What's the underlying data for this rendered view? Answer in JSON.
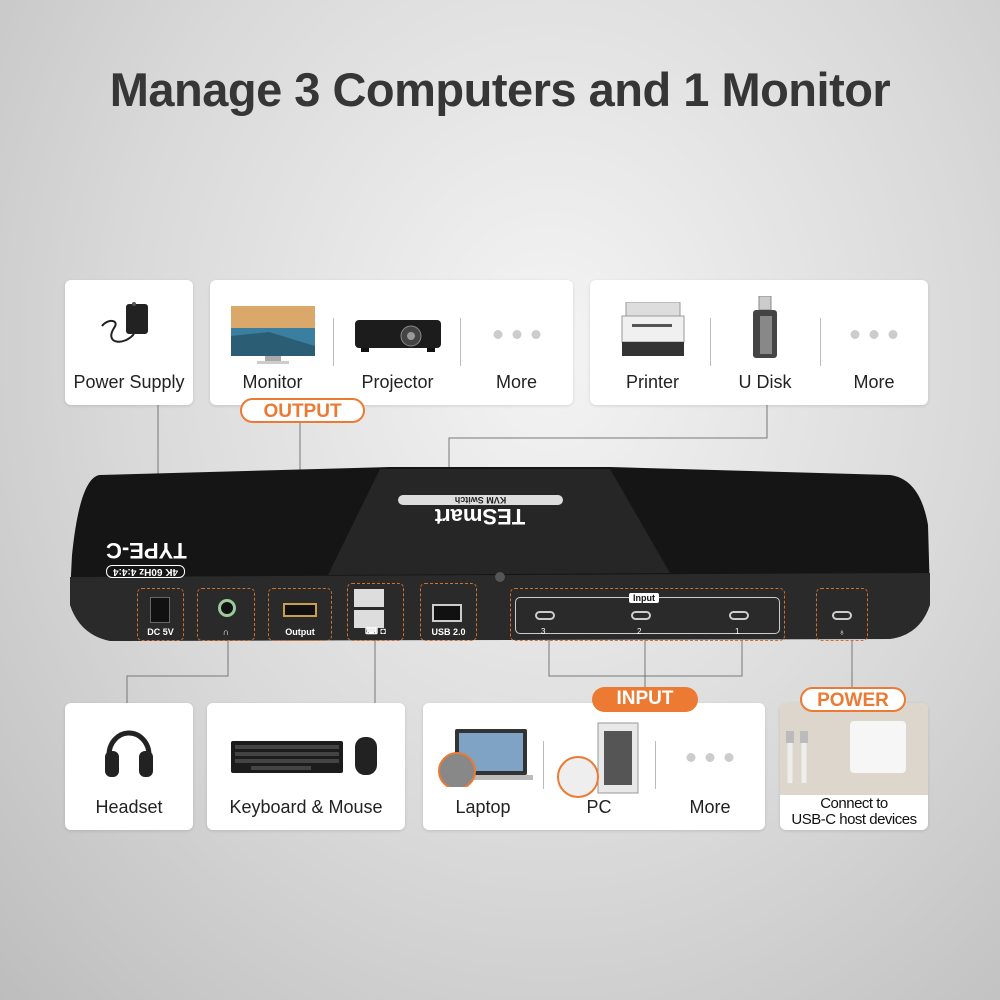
{
  "title": "Manage 3 Computers and 1 Monitor",
  "top_cards": {
    "power": {
      "label": "Power Supply"
    },
    "output": {
      "items": [
        {
          "label": "Monitor"
        },
        {
          "label": "Projector"
        },
        {
          "label": "More"
        }
      ]
    },
    "usb": {
      "items": [
        {
          "label": "Printer"
        },
        {
          "label": "U Disk"
        },
        {
          "label": "More"
        }
      ]
    }
  },
  "pills": {
    "output": "OUTPUT",
    "input": "INPUT",
    "power": "POWER"
  },
  "device": {
    "brand": "TESmart",
    "subtitle": "KVM Switch",
    "model": "TYPE-C",
    "spec": "4K 60Hz 4:4:4",
    "ports": {
      "dc": "DC 5V",
      "output": "Output",
      "usb": "USB 2.0",
      "input_group": "Input",
      "inputs": [
        "3",
        "2",
        "1"
      ]
    }
  },
  "bottom_cards": {
    "headset": {
      "label": "Headset"
    },
    "kbm": {
      "label": "Keyboard & Mouse"
    },
    "hosts": {
      "items": [
        {
          "label": "Laptop"
        },
        {
          "label": "PC"
        },
        {
          "label": "More"
        }
      ]
    },
    "power": {
      "caption_line1": "Connect to",
      "caption_line2": "USB-C host devices"
    }
  },
  "colors": {
    "accent": "#ec7a33",
    "device": "#1a1a1a"
  }
}
